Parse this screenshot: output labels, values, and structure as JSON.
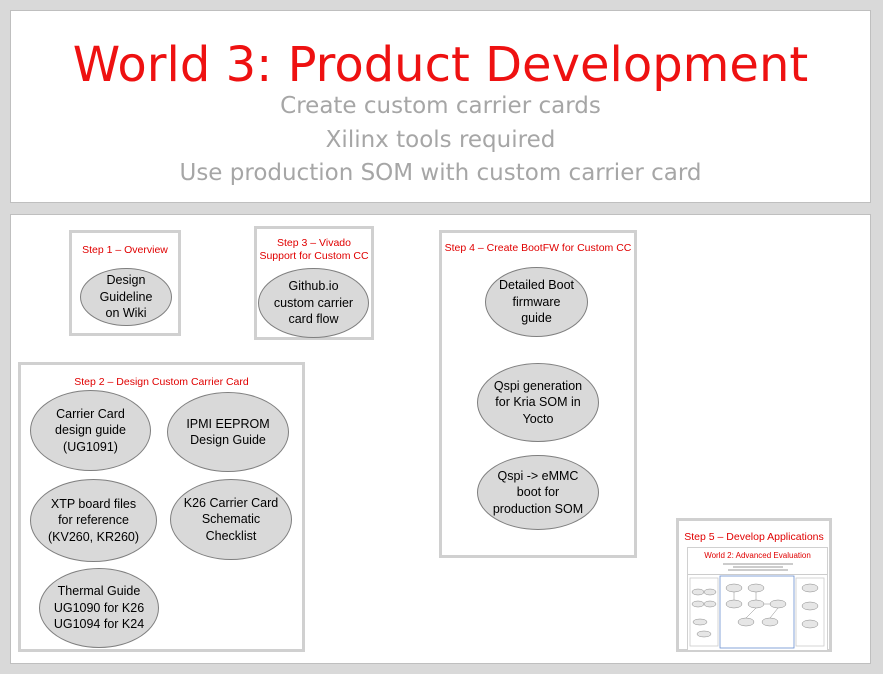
{
  "header": {
    "title": "World 3: Product Development",
    "lines": [
      "Create custom carrier cards",
      "Xilinx tools required",
      "Use production SOM with custom carrier card"
    ]
  },
  "steps": {
    "step1": {
      "label": "Step 1 – Overview",
      "items": [
        "Design\nGuideline\non Wiki"
      ]
    },
    "step3": {
      "label": "Step 3 – Vivado\nSupport for Custom CC",
      "items": [
        "Github.io\ncustom carrier\ncard flow"
      ]
    },
    "step4": {
      "label": "Step 4 – Create BootFW for Custom CC",
      "items": [
        "Detailed Boot\nfirmware\nguide",
        "Qspi generation\nfor Kria SOM in\nYocto",
        "Qspi -> eMMC\nboot for\nproduction SOM"
      ]
    },
    "step2": {
      "label": "Step 2 – Design Custom Carrier Card",
      "items": [
        "Carrier Card\ndesign guide\n(UG1091)",
        "IPMI EEPROM\nDesign Guide",
        "XTP board files\nfor reference\n(KV260, KR260)",
        "K26 Carrier Card\nSchematic\nChecklist",
        "Thermal Guide\nUG1090 for K26\nUG1094 for K24"
      ]
    },
    "step5": {
      "label": "Step 5 – Develop Applications",
      "thumb_title": "World 2: Advanced Evaluation"
    }
  },
  "colors": {
    "title": "#ee1111",
    "subtitle": "#a6a6a6",
    "step_label": "#e00000",
    "oval_fill": "#d9d9d9",
    "box_border": "#d0d0d0"
  }
}
